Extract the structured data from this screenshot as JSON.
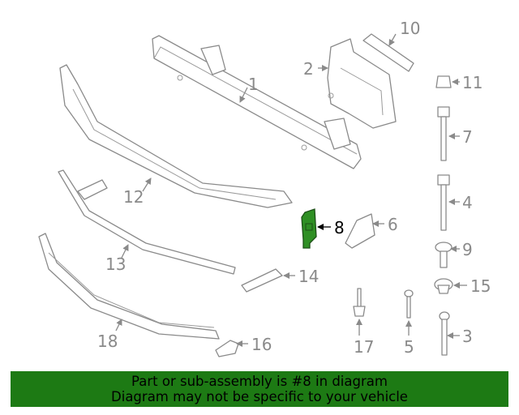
{
  "diagram": {
    "callouts": [
      "1",
      "2",
      "3",
      "4",
      "5",
      "6",
      "7",
      "8",
      "9",
      "10",
      "11",
      "12",
      "13",
      "14",
      "15",
      "16",
      "17",
      "18"
    ],
    "highlighted_part": "8",
    "highlight_color": "#1d7a14"
  },
  "banner": {
    "line1": "Part or sub-assembly is #8 in diagram",
    "line2": "Diagram may not be specific to your vehicle"
  }
}
